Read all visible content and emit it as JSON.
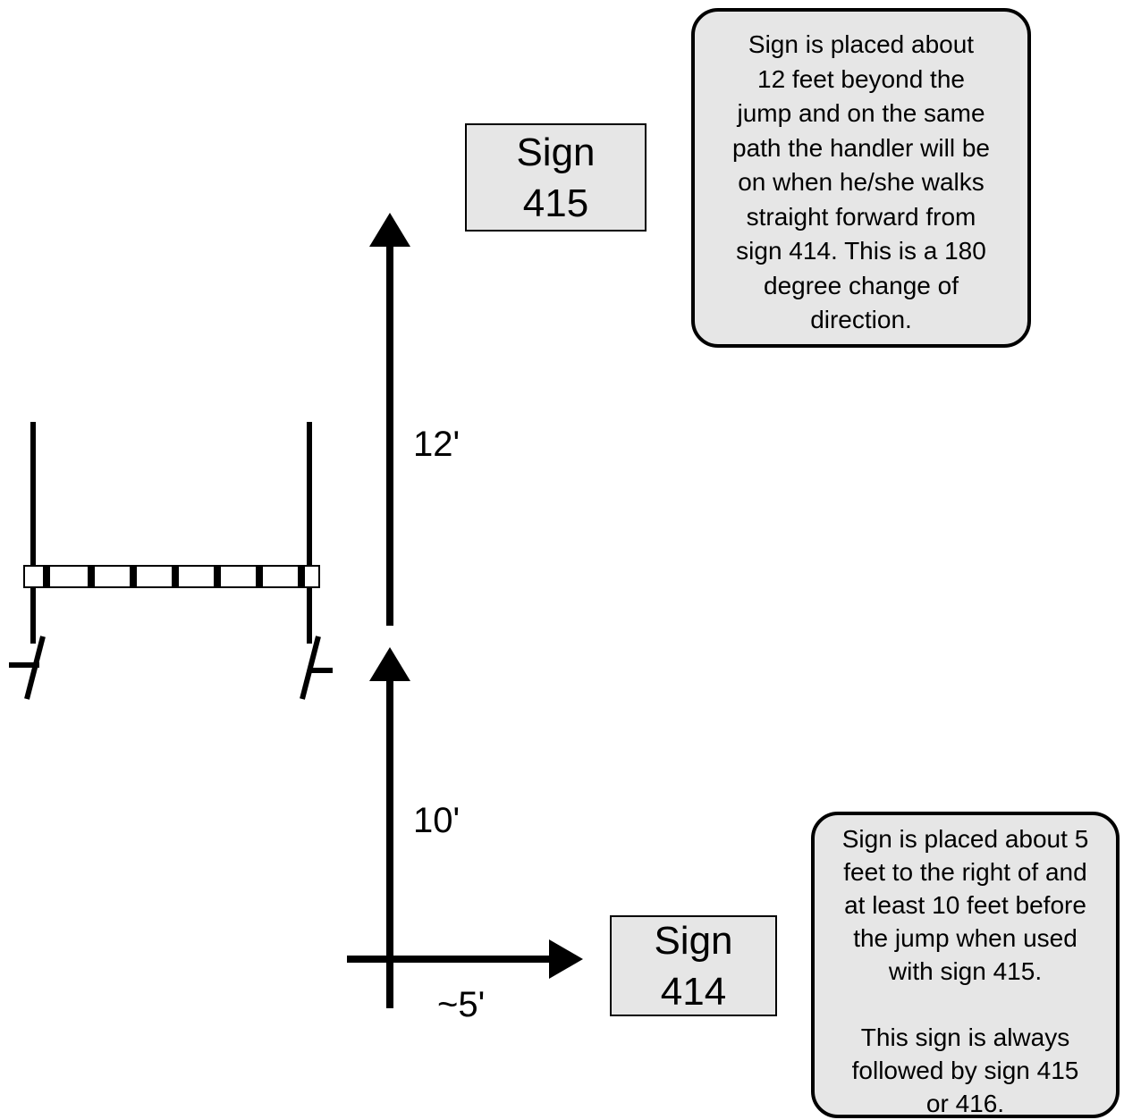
{
  "sign_415": {
    "line1": "Sign",
    "line2": "415"
  },
  "sign_414": {
    "line1": "Sign",
    "line2": "414"
  },
  "note_415": {
    "lines": [
      "Sign is placed about",
      "12 feet beyond the",
      "jump and on the same",
      "path the handler will be",
      "on when he/she walks",
      "straight forward from",
      "sign 414. This is a 180",
      "degree change of",
      "direction."
    ]
  },
  "note_414": {
    "lines": [
      "Sign is placed about 5",
      "feet to the right of and",
      "at least 10 feet before",
      "the jump when used",
      "with sign 415.",
      "",
      "This sign is always",
      "followed by sign 415",
      "or 416."
    ]
  },
  "distances": {
    "upper": "12'",
    "lower": "10'",
    "side": "~5'"
  },
  "colors": {
    "box_fill": "#e6e6e6",
    "line": "#000000",
    "background": "#ffffff"
  }
}
